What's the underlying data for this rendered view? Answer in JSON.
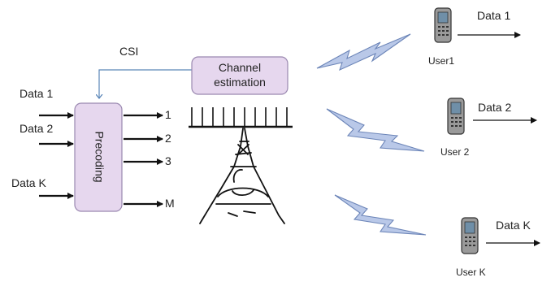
{
  "inputs": [
    {
      "label": "Data 1"
    },
    {
      "label": "Data 2"
    },
    {
      "label": "Data K"
    }
  ],
  "precoder": {
    "label": "Precoding"
  },
  "csi": {
    "label": "CSI"
  },
  "channel_estimation": {
    "line1": "Channel",
    "line2": "estimation"
  },
  "antenna_outputs": [
    "1",
    "2",
    "3",
    "M"
  ],
  "users": [
    {
      "name": "User1",
      "data": "Data 1"
    },
    {
      "name": "User 2",
      "data": "Data 2"
    },
    {
      "name": "User K",
      "data": "Data K"
    }
  ],
  "colors": {
    "box_fill": "#e6d7ee",
    "box_stroke": "#9a88b0",
    "bolt_fill": "#b9c8e8",
    "csi_line": "#5b86b8"
  }
}
